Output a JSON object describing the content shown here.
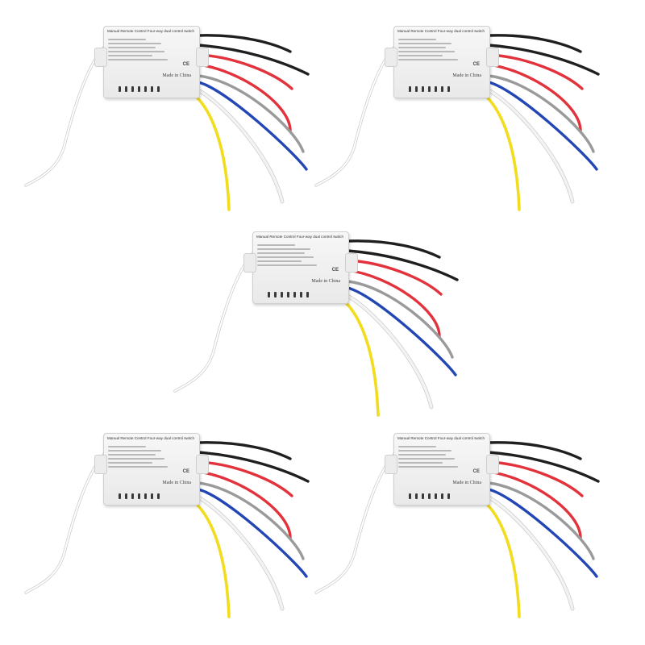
{
  "image": {
    "background": "#ffffff"
  },
  "product": {
    "name": "Manual Remote Control Four-way dual control switch",
    "origin_label": "Made in China",
    "cert_mark": "CE",
    "unit_count": 5
  },
  "colors": {
    "housing": "#eeeeee",
    "wire_black": "#1f1f1f",
    "wire_red": "#e2323c",
    "wire_gray": "#9a9a9a",
    "wire_blue": "#2346b5",
    "wire_white": "#f3f3f3",
    "wire_yellow": "#f2dc1e",
    "antenna": "#ffffff"
  }
}
